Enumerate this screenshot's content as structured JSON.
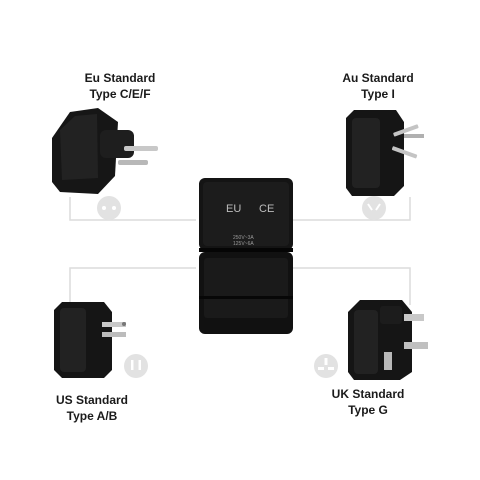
{
  "labels": {
    "eu": {
      "line1": "Eu Standard",
      "line2": "Type C/E/F"
    },
    "au": {
      "line1": "Au Standard",
      "line2": "Type I"
    },
    "us": {
      "line1": "US Standard",
      "line2": "Type A/B"
    },
    "uk": {
      "line1": "UK Standard",
      "line2": "Type G"
    }
  },
  "center_adapter": {
    "region_mark": "EU",
    "cert_mark": "CE",
    "rating_line1": "250V~3A",
    "rating_line2": "125V~6A"
  },
  "icons": [
    "eu-socket-icon",
    "au-socket-icon",
    "us-socket-icon",
    "uk-socket-icon"
  ],
  "colors": {
    "adapter_body": "#111111",
    "prong": "#c8c8c8",
    "connector_line": "#dcdcdc",
    "icon_fill": "#e2e2e2"
  }
}
